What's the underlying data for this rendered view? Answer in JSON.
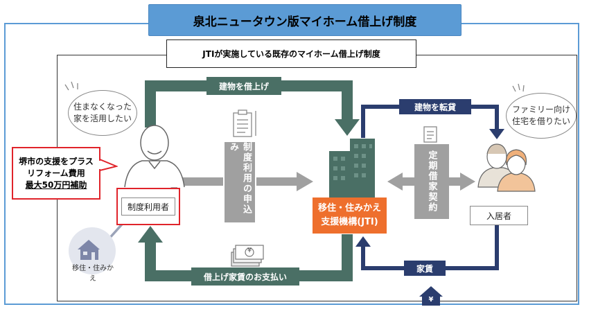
{
  "title": "泉北ニュータウン版マイホーム借上げ制度",
  "subtitle": "JTIが実施している既存のマイホーム借上げ制度",
  "arrows": {
    "lease_in": "建物を借上げ",
    "rent_payment": "借上げ家賃のお支払い",
    "sublease": "建物を転貸",
    "rent": "家賃"
  },
  "application": {
    "vertical_text": "制度利用の申込み"
  },
  "contract": {
    "vertical_text": "定期借家契約"
  },
  "owner": {
    "bubble": [
      "住まなくなった",
      "家を活用したい"
    ],
    "label": "制度利用者"
  },
  "tenant": {
    "bubble": [
      "ファミリー向け",
      "住宅を借りたい"
    ],
    "label": "入居者"
  },
  "jti": {
    "line1": "移住・住みかえ",
    "line2": "支援機構(JTI)"
  },
  "relocation": {
    "label": "移住・住みかえ"
  },
  "callout": {
    "line1": "堺市の支援をプラス",
    "line2": "リフォーム費用",
    "line3": "最大50万円補助"
  },
  "colors": {
    "title_bar": "#5b9bd5",
    "green_arrow": "#4a6f65",
    "navy_arrow": "#2b3d6e",
    "jti_orange": "#ee6f2d",
    "callout_red": "#e0232a",
    "gray_arrow": "#9a9a9a"
  },
  "icons": [
    "person-icon",
    "family-icon",
    "building-icon",
    "document-icon",
    "money-icon",
    "house-icon",
    "yen-icon"
  ]
}
